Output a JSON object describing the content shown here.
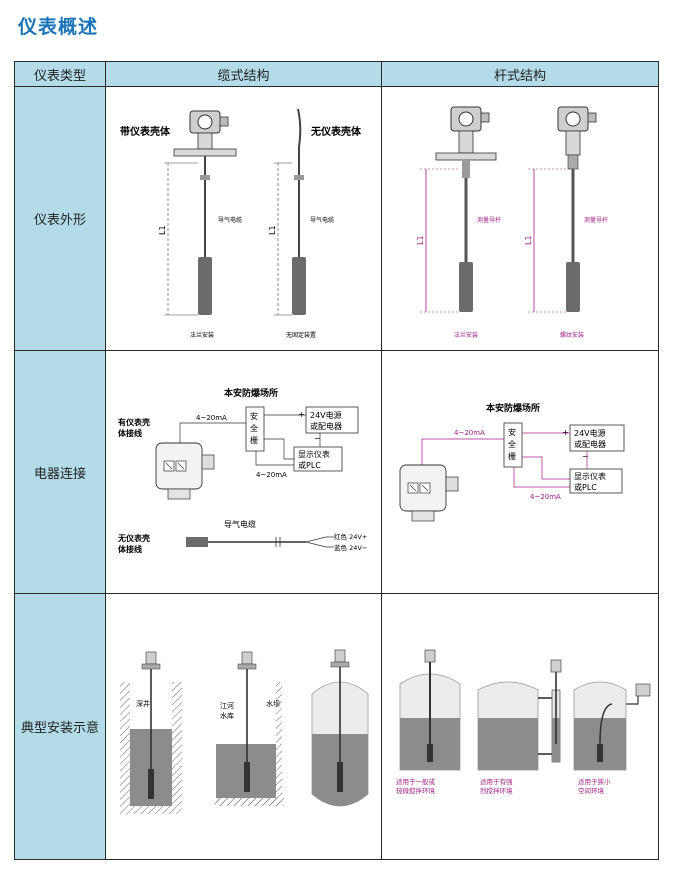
{
  "page": {
    "title": "仪表概述"
  },
  "table": {
    "headers": [
      "仪表类型",
      "缆式结构",
      "杆式结构"
    ],
    "rows": [
      {
        "label": "仪表外形"
      },
      {
        "label": "电器连接"
      },
      {
        "label": "典型安装示意"
      }
    ]
  },
  "appearance": {
    "cable": {
      "with_housing": "带仪表壳体",
      "without_housing": "无仪表壳体",
      "length_mark": "L1",
      "cable_label": "导气电缆",
      "caption_flange": "法兰安装",
      "caption_no_fix": "无固定装置"
    },
    "rod": {
      "length_mark": "L1",
      "rod_label": "测量导杆",
      "caption_flange": "法兰安装",
      "caption_thread": "螺纹安装"
    }
  },
  "wiring": {
    "cable": {
      "zone_title": "本安防爆场所",
      "with_housing": [
        "有仪表壳",
        "体接线"
      ],
      "barrier": [
        "安",
        "全",
        "栅"
      ],
      "power": [
        "24V电源",
        "或配电器"
      ],
      "display": [
        "显示仪表",
        "或PLC"
      ],
      "current_top": "4~20mA",
      "current_bottom": "4~20mA",
      "plus": "+",
      "minus": "−",
      "cable_label": "导气电缆",
      "without_housing": [
        "无仪表壳",
        "体接线"
      ],
      "red_wire": "红色  24V+",
      "blue_wire": "蓝色  24V−"
    },
    "rod": {
      "zone_title": "本安防爆场所",
      "barrier": [
        "安",
        "全",
        "栅"
      ],
      "power": [
        "24V电源",
        "或配电器"
      ],
      "display": [
        "显示仪表",
        "或PLC"
      ],
      "current_top": "4~20mA",
      "current_bottom": "4~20mA",
      "plus": "+",
      "minus": "−"
    }
  },
  "install": {
    "cable": {
      "well": "深井",
      "reservoir": [
        "江河",
        "水库"
      ],
      "dam": "水坝"
    },
    "rod": {
      "case_general": [
        "适用于一般或",
        "轻微搅拌环境"
      ],
      "case_strong": [
        "适用于有强",
        "烈搅拌环境"
      ],
      "case_small": [
        "适用于狭小",
        "空间环境"
      ]
    }
  },
  "colors": {
    "title": "#1b73b8",
    "header_bg": "#b3dbe8",
    "dimension_pink": "#a3208a",
    "liquid": "#8c8c8c",
    "probe": "#6b6b6b"
  }
}
